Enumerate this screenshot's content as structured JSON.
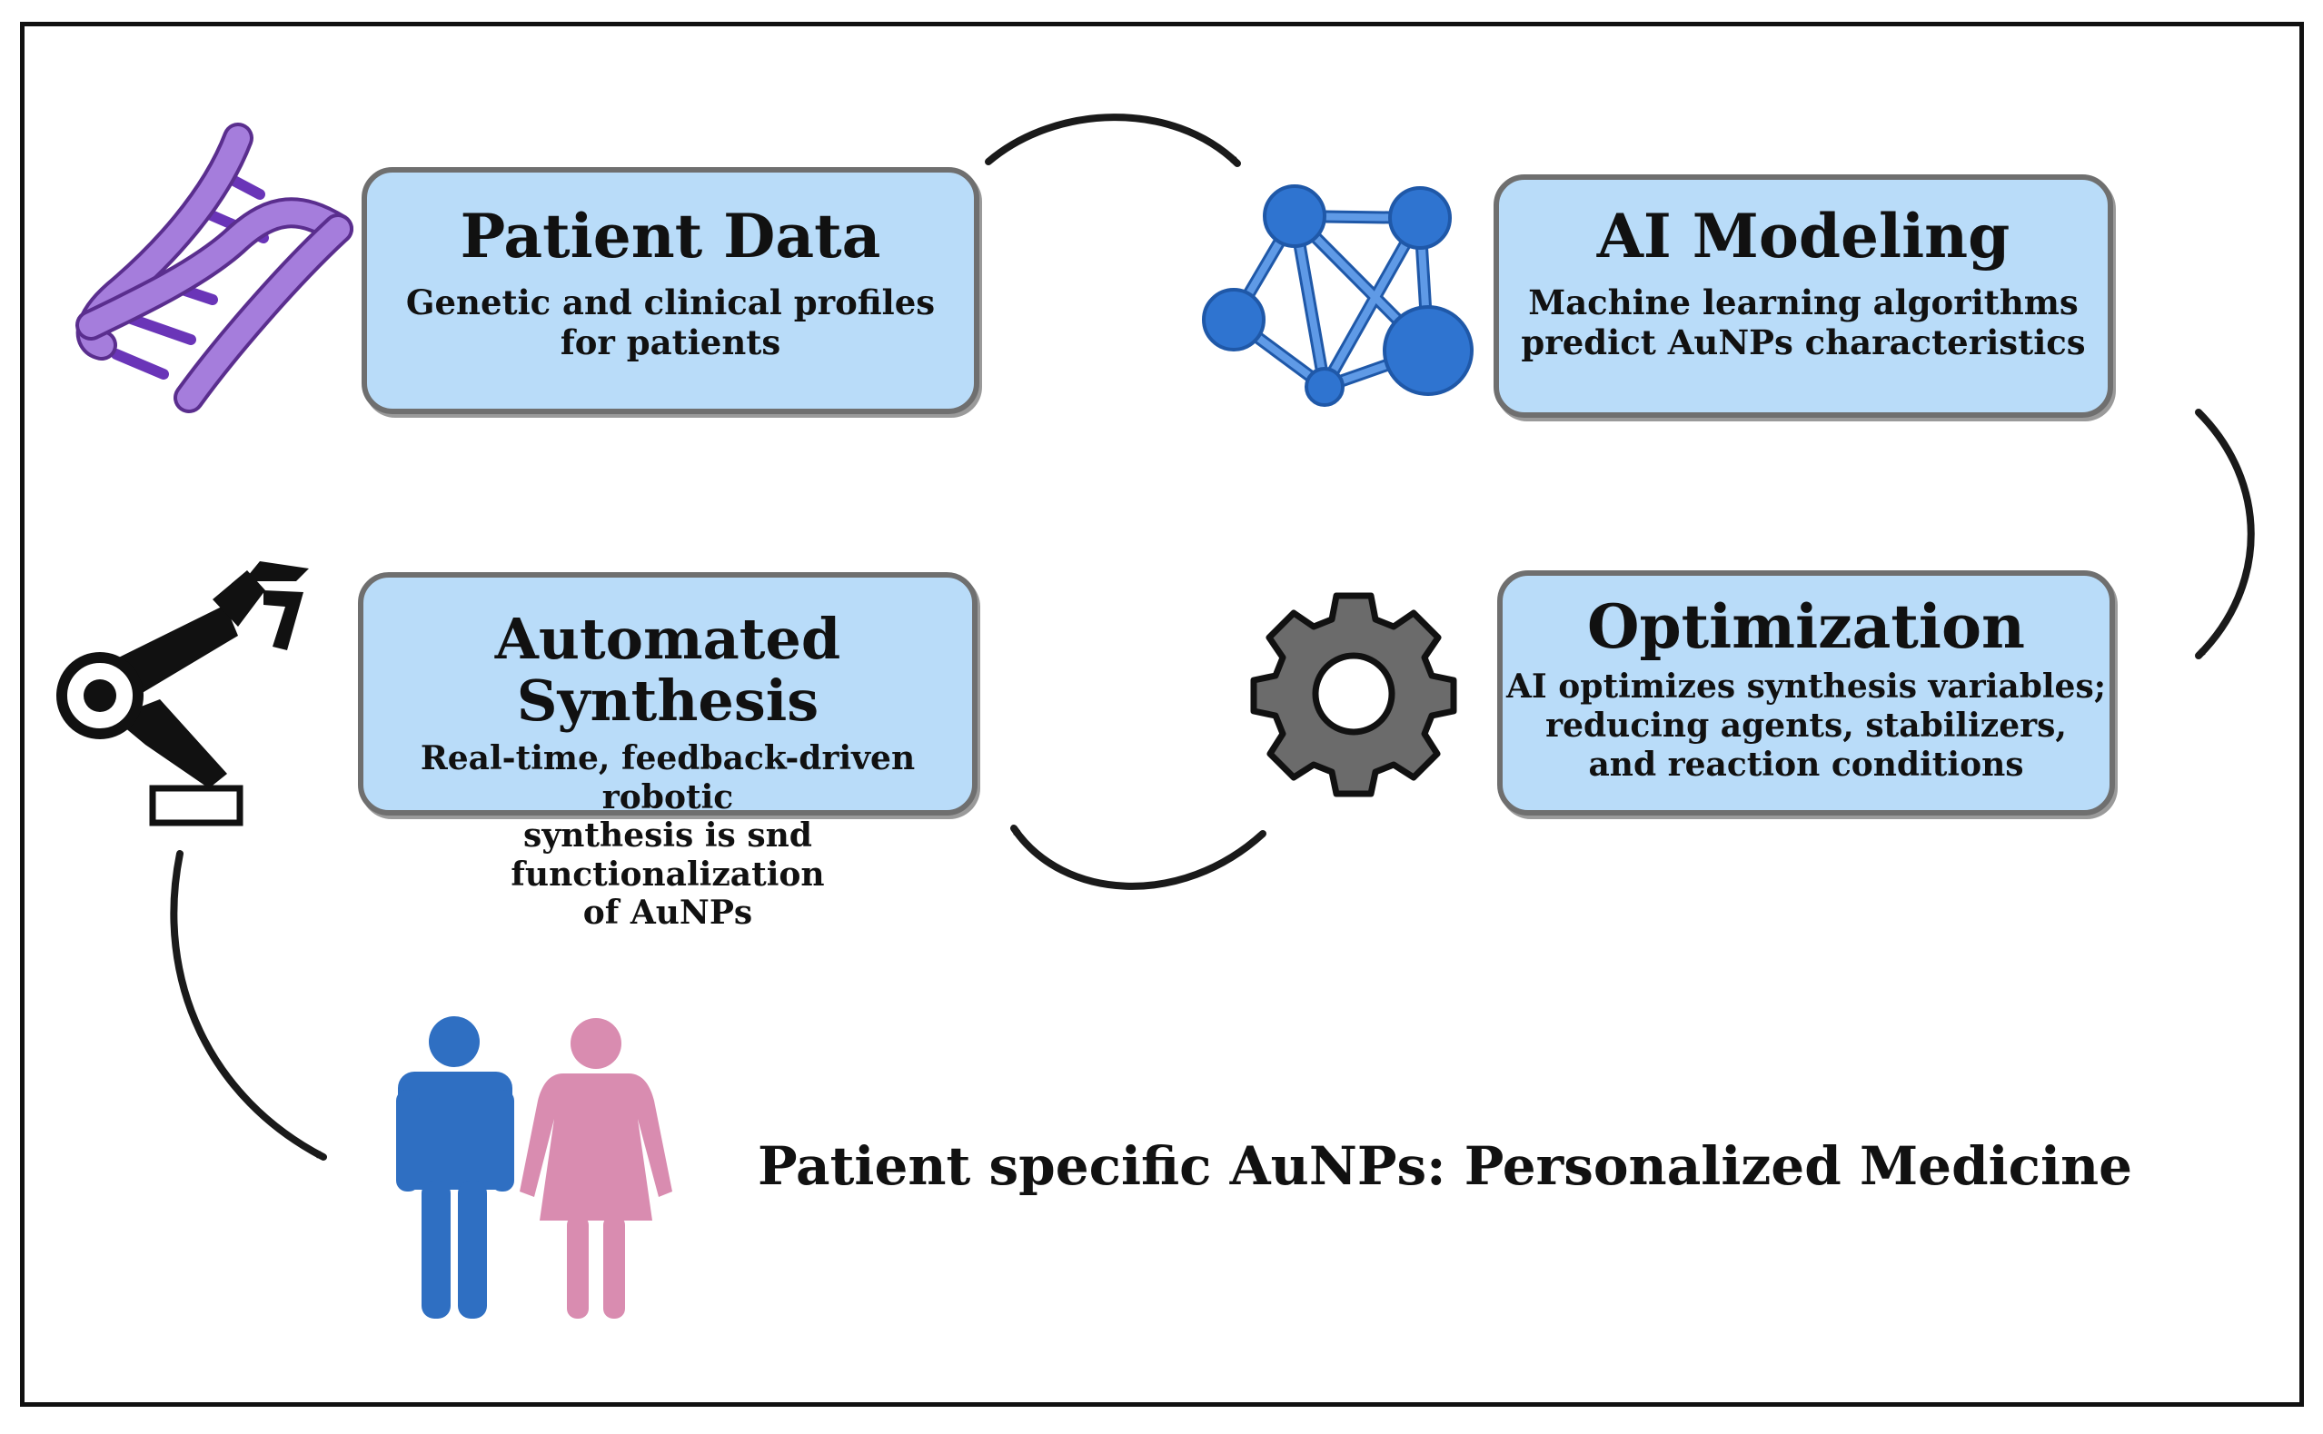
{
  "steps": {
    "patient_data": {
      "title": "Patient Data",
      "desc_lines": [
        "Genetic and clinical profiles",
        "for patients"
      ]
    },
    "ai_modeling": {
      "title": "AI Modeling",
      "desc_lines": [
        "Machine learning algorithms",
        "predict AuNPs characteristics"
      ]
    },
    "optimization": {
      "title": "Optimization",
      "desc_lines": [
        "AI optimizes synthesis variables;",
        "reducing agents, stabilizers,",
        "and reaction conditions"
      ]
    },
    "automated_synthesis": {
      "title": "Automated Synthesis",
      "desc_lines": [
        "Real-time, feedback-driven robotic",
        "synthesis is snd functionalization",
        "of AuNPs"
      ]
    }
  },
  "outcome": {
    "label": "Patient specific AuNPs: Personalized Medicine"
  },
  "icons": {
    "patient_data": "dna-icon",
    "ai_modeling": "neural-network-icon",
    "optimization": "gear-icon",
    "automated_synthesis": "robot-arm-icon",
    "outcome": "people-icon"
  },
  "colors": {
    "box_fill": "#b9dcf9",
    "box_border": "#6f6f6f",
    "dna": "#9b6fd6",
    "dna_rungs": "#6a35b8",
    "network": "#2f74d0",
    "gear": "#6b6b6b",
    "man": "#2f6fc2",
    "woman": "#d98cb0",
    "arrow": "#1a1a1a"
  }
}
